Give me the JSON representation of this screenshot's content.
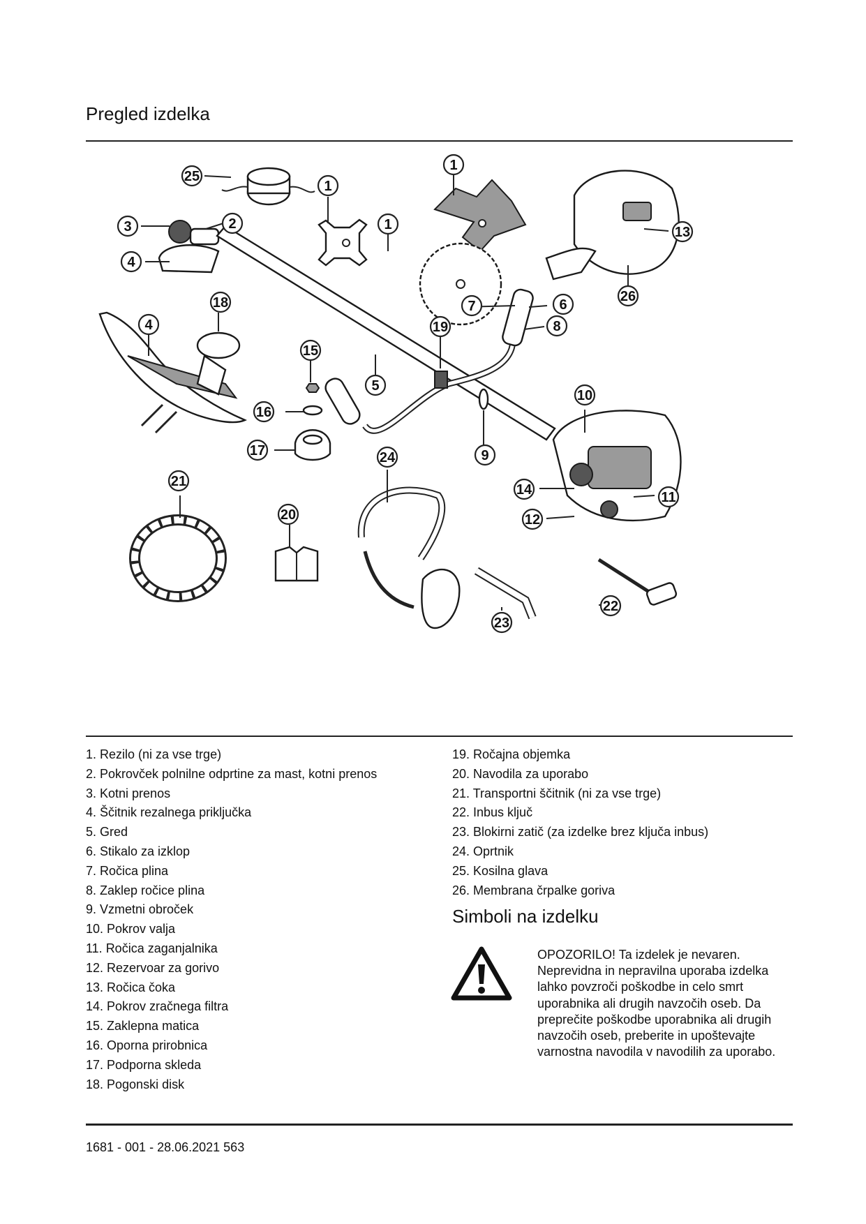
{
  "header": {
    "title": "Pregled izdelka"
  },
  "figure": {
    "callouts": [
      "1",
      "1",
      "1",
      "2",
      "3",
      "4",
      "4",
      "5",
      "6",
      "7",
      "8",
      "9",
      "10",
      "11",
      "12",
      "13",
      "14",
      "15",
      "16",
      "17",
      "18",
      "19",
      "20",
      "21",
      "22",
      "23",
      "24",
      "25",
      "26"
    ]
  },
  "legend": {
    "left": [
      "1. Rezilo (ni za vse trge)",
      "2. Pokrovček polnilne odprtine za mast, kotni prenos",
      "3. Kotni prenos",
      "4. Ščitnik rezalnega priključka",
      "5. Gred",
      "6. Stikalo za izklop",
      "7. Ročica plina",
      "8. Zaklep ročice plina",
      "9. Vzmetni obroček",
      "10. Pokrov valja",
      "11. Ročica zaganjalnika",
      "12. Rezervoar za gorivo",
      "13. Ročica čoka",
      "14. Pokrov zračnega filtra",
      "15. Zaklepna matica",
      "16. Oporna prirobnica",
      "17. Podporna skleda",
      "18. Pogonski disk"
    ],
    "right": [
      "19. Ročajna objemka",
      "20. Navodila za uporabo",
      "21. Transportni ščitnik (ni za vse trge)",
      "22. Inbus ključ",
      "23. Blokirni zatič (za izdelke brez ključa inbus)",
      "24. Oprtnik",
      "25. Kosilna glava",
      "26. Membrana črpalke goriva"
    ]
  },
  "symbols": {
    "title": "Simboli na izdelku",
    "warning_icon": "warning-triangle-icon",
    "warning_text": "OPOZORILO! Ta izdelek je nevaren. Neprevidna in nepravilna uporaba izdelka lahko povzroči poškodbe in celo smrt uporabnika ali drugih navzočih oseb. Da preprečite poškodbe uporabnika ali drugih navzočih oseb, preberite in upoštevajte varnostna navodila v navodilih za uporabo."
  },
  "footer": {
    "doc_id": "1681 - 001 - 28.06.2021",
    "page": "563"
  }
}
